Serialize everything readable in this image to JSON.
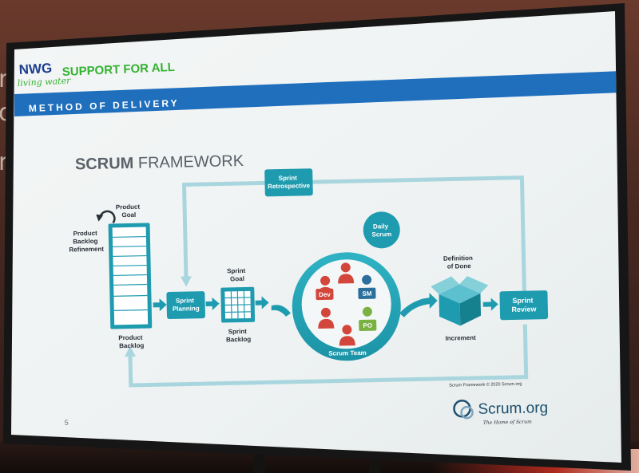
{
  "brand": {
    "logo": "NWG",
    "tagline": "living water",
    "title": "SUPPORT FOR ALL"
  },
  "banner": {
    "text": "METHOD OF DELIVERY"
  },
  "slide": {
    "heading_bold": "SCRUM",
    "heading_rest": " FRAMEWORK",
    "page_number": "5"
  },
  "framework": {
    "product_goal": [
      "Product",
      "Goal"
    ],
    "refinement": [
      "Product",
      "Backlog",
      "Refinement"
    ],
    "product_backlog": [
      "Product",
      "Backlog"
    ],
    "sprint_planning": [
      "Sprint",
      "Planning"
    ],
    "sprint_goal": [
      "Sprint",
      "Goal"
    ],
    "sprint_backlog": [
      "Sprint",
      "Backlog"
    ],
    "sprint_retrospective": [
      "Sprint",
      "Retrospective"
    ],
    "daily_scrum": [
      "Daily",
      "Scrum"
    ],
    "team": {
      "dev": "Dev",
      "sm": "SM",
      "po": "PO",
      "label": "Scrum Team"
    },
    "definition_of_done": [
      "Definition",
      "of Done"
    ],
    "increment": "Increment",
    "sprint_review": [
      "Sprint",
      "Review"
    ],
    "copyright": "Scrum Framework © 2020 Scrum.org"
  },
  "footer_logo": {
    "name": "Scrum.org",
    "tagline": "The Home of Scrum"
  },
  "colors": {
    "teal": "#1f9bb0",
    "teal_dark": "#15818f",
    "red": "#d2463b",
    "green": "#7bb142",
    "blue_sm": "#2c6f9c",
    "banner_blue": "#1f6fbd",
    "brand_green": "#34b232",
    "brand_navy": "#1c3f8f"
  }
}
